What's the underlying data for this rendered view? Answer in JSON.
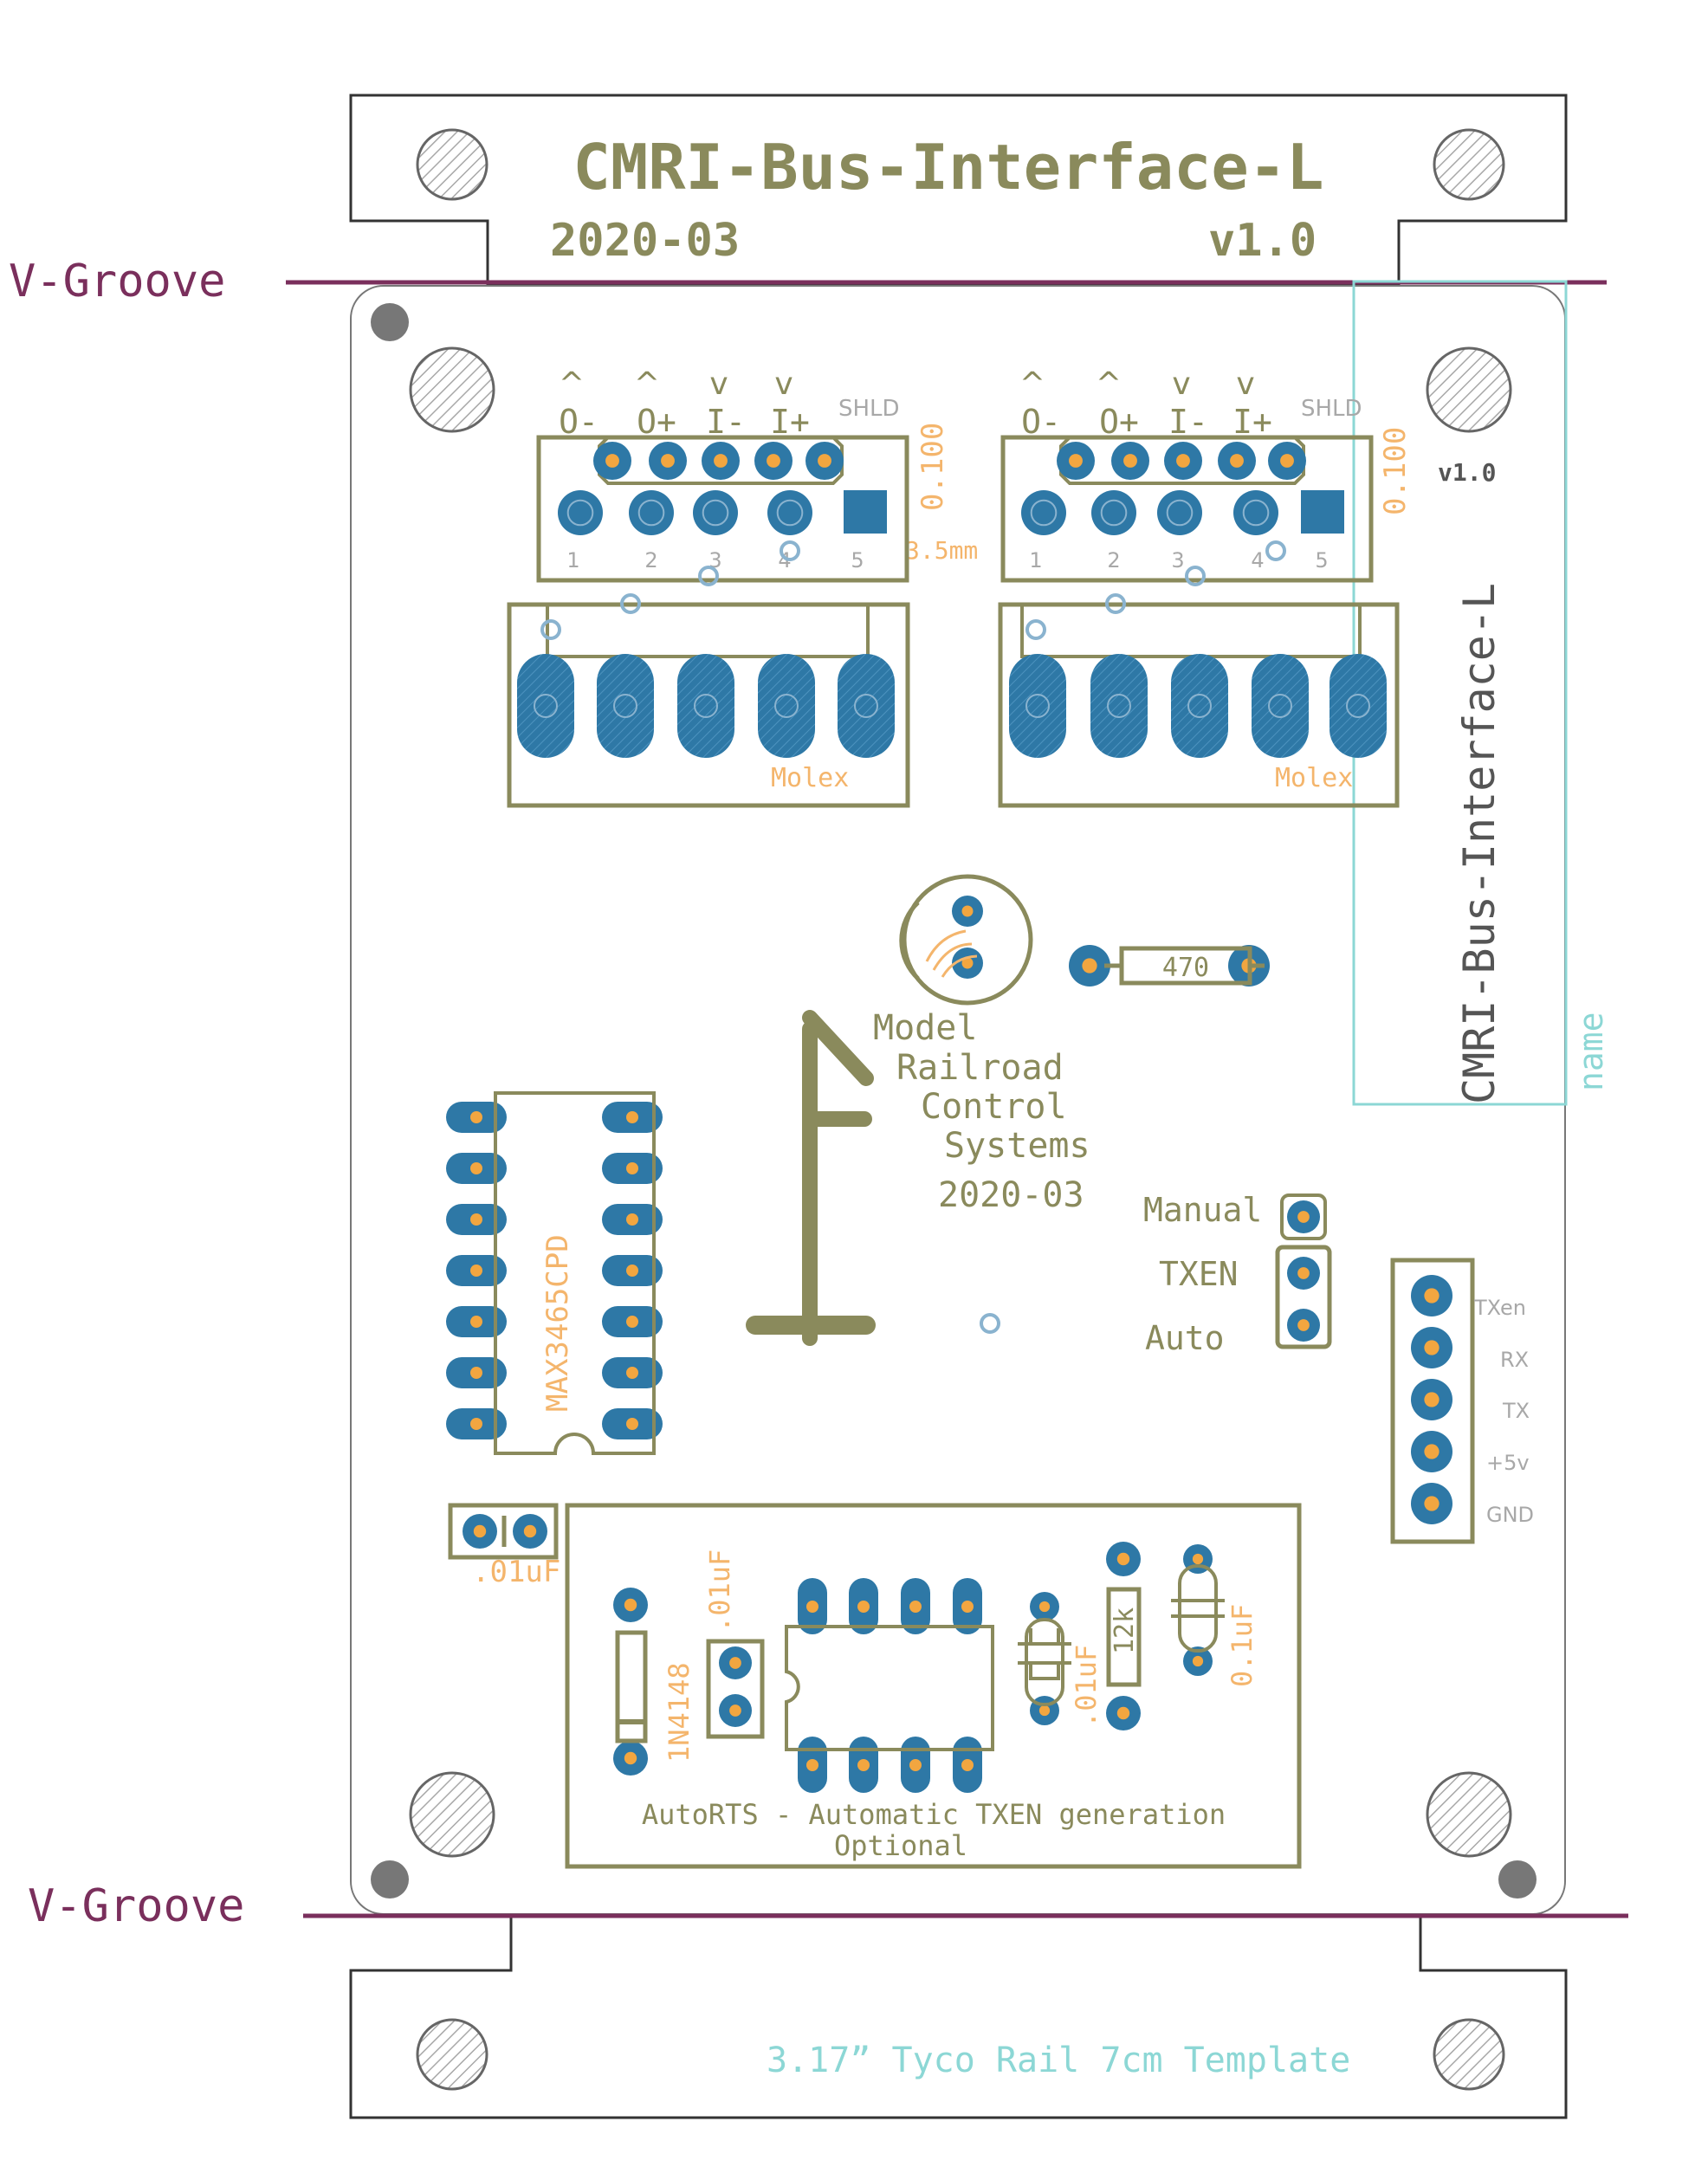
{
  "colors": {
    "silk": "#8a8a5c",
    "orange": "#f4b56c",
    "pad": "#2e78a6",
    "hole": "#f2a640",
    "groove": "#7a2f5c",
    "cyan": "#8cd7d5",
    "outline": "#444444",
    "gray": "#9a9a9a",
    "mounting": "#bdbdbd"
  },
  "board": {
    "title": "CMRI-Bus-Interface-L",
    "date": "2020-03",
    "version": "v1.0",
    "v_groove_top": "V-Groove",
    "v_groove_bottom": "V-Groove",
    "template": "3.17” Tyco Rail 7cm Template",
    "vertical_title": "CMRI-Bus-Interface-L",
    "vertical_version": "v1.0",
    "name_label": "name"
  },
  "connectors": {
    "arrows": [
      "^",
      "^",
      "v",
      "v"
    ],
    "pin_labels": [
      "O-",
      "O+",
      "I-",
      "I+"
    ],
    "shield": "SHLD",
    "pitch": "0.100",
    "size": "3.5mm",
    "numbers": [
      "1",
      "2",
      "3",
      "4",
      "5"
    ],
    "molex": "Molex"
  },
  "led_resistor": "470",
  "logo_lines": [
    "Model",
    "Railroad",
    "Control",
    "Systems",
    "2020-03"
  ],
  "jumper": {
    "manual": "Manual",
    "txen": "TXEN",
    "auto": "Auto"
  },
  "serial_header": [
    "TXen",
    "RX",
    "TX",
    "+5v",
    "GND"
  ],
  "ic_main": "MAX3465CPD",
  "cap_small": ".01uF",
  "autorts": {
    "diode": "1N4148",
    "cap_a": ".01uF",
    "cap_b": ".01uF",
    "resistor": "12k",
    "cap_c": "0.1uF",
    "caption_line1": "AutoRTS - Automatic TXEN generation",
    "caption_line2": "Optional"
  }
}
